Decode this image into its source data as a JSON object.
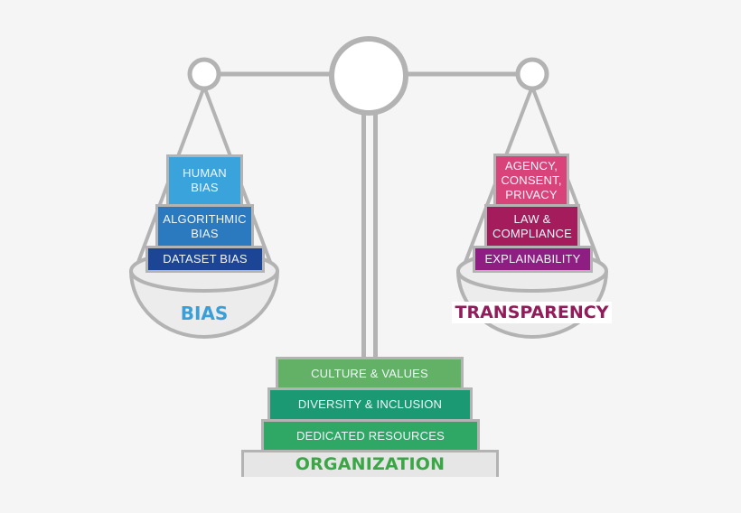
{
  "colors": {
    "background": "#f5f5f5",
    "frame_stroke": "#b3b3b3",
    "bias_accent": "#3a9fd8",
    "transparency_accent": "#921b5a",
    "organization_accent": "#3aa646"
  },
  "left_pan": {
    "label": "BIAS",
    "boxes": [
      {
        "label": "HUMAN\nBIAS",
        "color": "#3ba3dc"
      },
      {
        "label": "ALGORITHMIC\nBIAS",
        "color": "#2b79bf"
      },
      {
        "label": "DATASET BIAS",
        "color": "#1c4596"
      }
    ]
  },
  "right_pan": {
    "label": "TRANSPARENCY",
    "boxes": [
      {
        "label": "AGENCY,\nCONSENT,\nPRIVACY",
        "color": "#d8437a"
      },
      {
        "label": "LAW &\nCOMPLIANCE",
        "color": "#a51c5c"
      },
      {
        "label": "EXPLAINABILITY",
        "color": "#8e1e82"
      }
    ]
  },
  "stand": {
    "label": "ORGANIZATION",
    "steps": [
      {
        "label": "CULTURE & VALUES",
        "color": "#62b166"
      },
      {
        "label": "DIVERSITY & INCLUSION",
        "color": "#1b9972"
      },
      {
        "label": "DEDICATED RESOURCES",
        "color": "#2fa866"
      }
    ]
  }
}
